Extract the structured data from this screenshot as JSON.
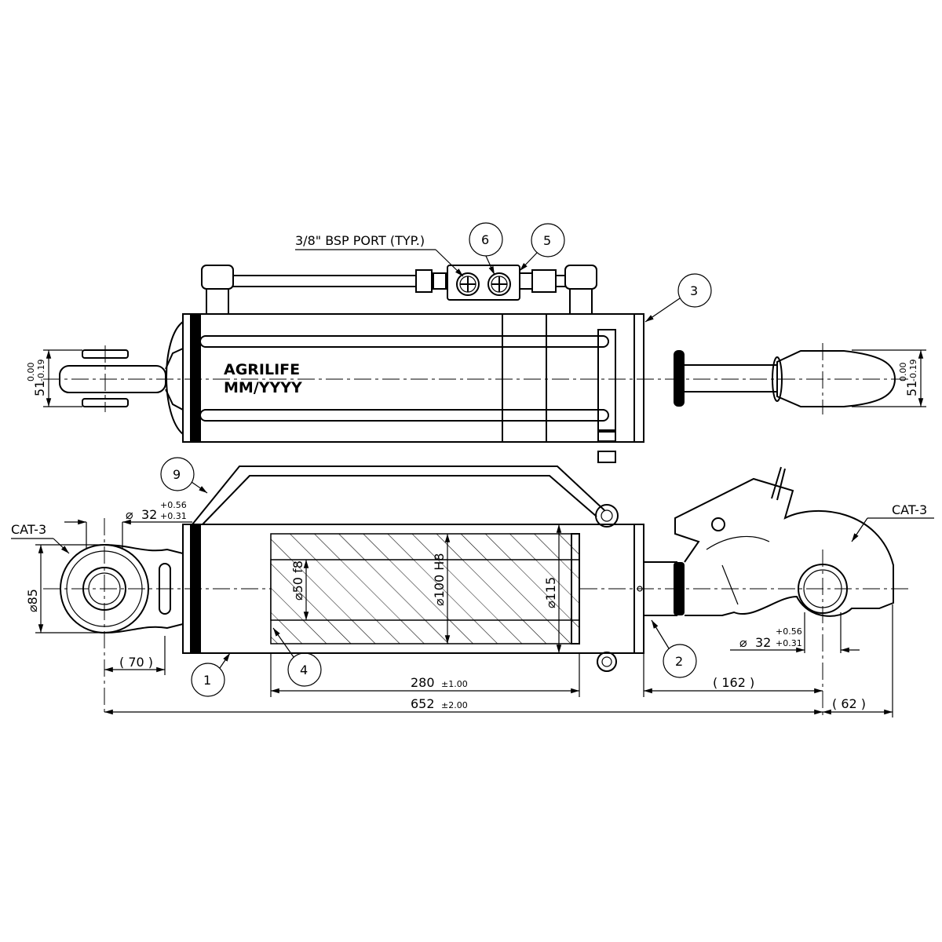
{
  "title": "Hydraulic top link drawing",
  "port_note": "3/8\" BSP PORT (TYP.)",
  "brand": "AGRILIFE",
  "date_code": "MM/YYYY",
  "balloons": [
    "1",
    "2",
    "3",
    "4",
    "5",
    "6",
    "9"
  ],
  "top_view": {
    "left_width": {
      "value": "51",
      "upper_tol": "0.00",
      "lower_tol": "-0.19"
    },
    "right_width": {
      "value": "51",
      "upper_tol": "0.00",
      "lower_tol": "-0.19"
    }
  },
  "side_view": {
    "left_category": "CAT-3",
    "right_category": "CAT-3",
    "left_pin": {
      "symbol": "⌀",
      "value": "32",
      "upper_tol": "+0.56",
      "lower_tol": "+0.31"
    },
    "right_pin": {
      "symbol": "⌀",
      "value": "32",
      "upper_tol": "+0.56",
      "lower_tol": "+0.31"
    },
    "eye_diameter": "⌀85",
    "rod_diameter": "⌀50 f8",
    "bore_diameter": "⌀100 H8",
    "tube_diameter": "⌀115"
  },
  "dimensions": {
    "eye_offset": "( 70 )",
    "stroke": {
      "value": "280",
      "tol": "±1.00"
    },
    "hook_offset": "( 162 )",
    "overall": {
      "value": "652",
      "tol": "±2.00"
    },
    "hook_end": "( 62 )"
  }
}
